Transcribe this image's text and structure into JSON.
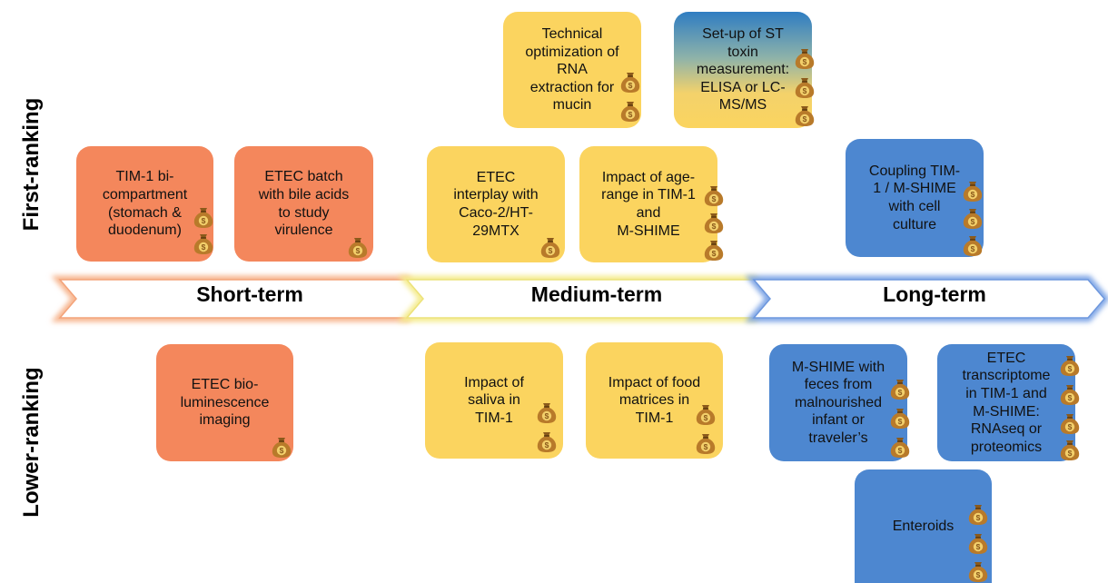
{
  "rows": {
    "first": "First-ranking",
    "lower": "Lower-ranking"
  },
  "phases": {
    "short": "Short-term",
    "medium": "Medium-term",
    "long": "Long-term"
  },
  "colors": {
    "orange": "#f4875c",
    "yellow": "#fbd45f",
    "blue": "#4d87d0",
    "short_glow": "#f7b58e",
    "medium_glow": "#f5ec8f",
    "long_glow": "#7fa6e6"
  },
  "boxes": {
    "tim1_bi": "TIM-1 bi-\ncompartment\n(stomach &\nduodenum)",
    "etec_batch": "ETEC batch\nwith bile acids\nto study\nvirulence",
    "rna_extraction": "Technical\noptimization of\nRNA\nextraction for\nmucin",
    "st_toxin": "Set-up of ST\ntoxin\nmeasurement:\nELISA or LC-\nMS/MS",
    "caco2": "ETEC\ninterplay with\nCaco-2/HT-\n29MTX",
    "age_range": "Impact of age-\nrange in TIM-1\nand\nM-SHIME",
    "coupling": "Coupling TIM-\n1 / M-SHIME\nwith cell\nculture",
    "bioluminescence": "ETEC bio-\nluminescence\nimaging",
    "saliva": "Impact of\nsaliva in\nTIM-1",
    "food_matrices": "Impact of food\nmatrices in\nTIM-1",
    "mshime_feces": "M-SHIME with\nfeces from\nmalnourished\ninfant or\ntraveler’s",
    "transcriptome": "ETEC\ntranscriptome\nin TIM-1 and\nM-SHIME:\nRNAseq or\nproteomics",
    "enteroids": "Enteroids"
  },
  "icons": {
    "money_bag": "money-bag-icon",
    "bag_symbol": "$"
  }
}
